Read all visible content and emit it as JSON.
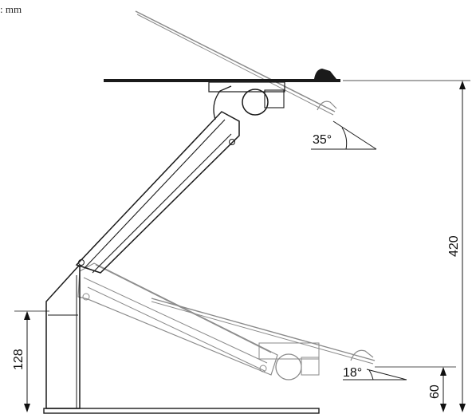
{
  "unit_label": ":  mm",
  "angles": {
    "top": "35°",
    "bottom": "18°"
  },
  "dimensions": {
    "total_height": "420",
    "base_height": "128",
    "low_height": "60"
  }
}
